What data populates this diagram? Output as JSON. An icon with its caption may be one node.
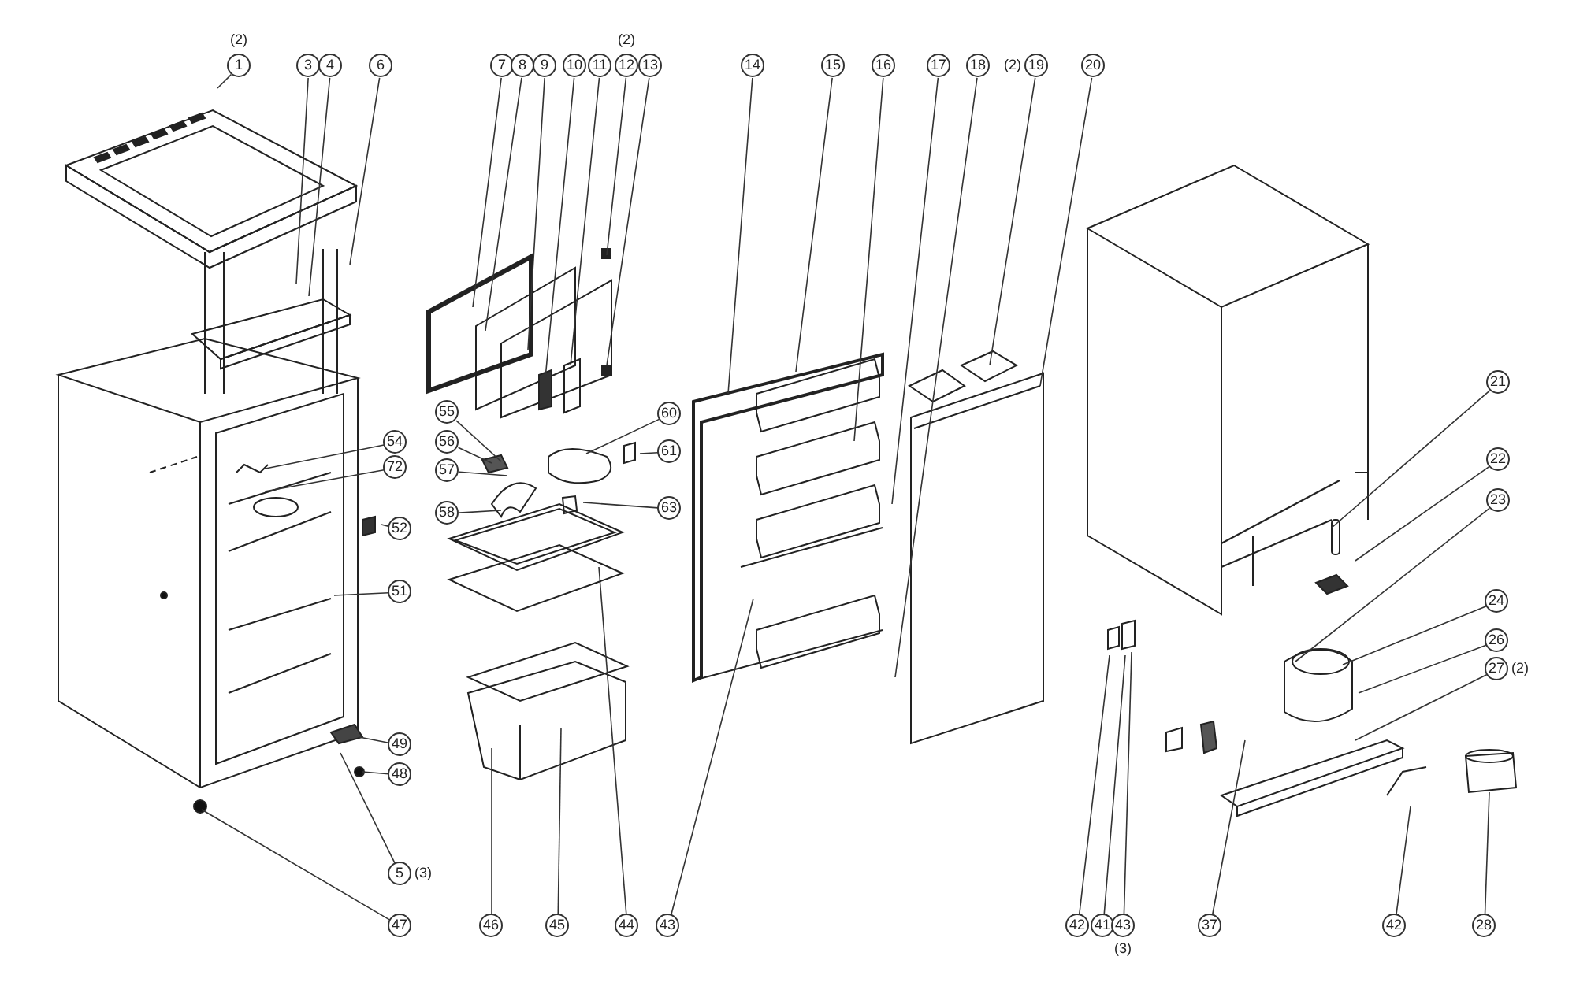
{
  "diagram": {
    "nodes": [
      {
        "text": [
          "1"
        ],
        "beside": [
          "(2)"
        ]
      },
      {
        "text": [
          "3"
        ]
      },
      {
        "text": [
          "4"
        ]
      },
      {
        "text": [
          "6"
        ]
      },
      {
        "text": [
          "7"
        ]
      },
      {
        "text": [
          "8"
        ]
      },
      {
        "text": [
          "9"
        ]
      },
      {
        "text": [
          "10"
        ]
      },
      {
        "text": [
          "11"
        ]
      },
      {
        "text": [
          "12"
        ],
        "beside": [
          "(2)"
        ]
      },
      {
        "text": [
          "13"
        ]
      },
      {
        "text": [
          "14"
        ]
      },
      {
        "text": [
          "15"
        ]
      },
      {
        "text": [
          "16"
        ]
      },
      {
        "text": [
          "17"
        ]
      },
      {
        "text": [
          "18"
        ]
      },
      {
        "text": [
          "19"
        ],
        "beside": [
          "(2)"
        ]
      },
      {
        "text": [
          "20"
        ]
      },
      {
        "text": [
          "21"
        ]
      },
      {
        "text": [
          "22"
        ]
      },
      {
        "text": [
          "23"
        ]
      },
      {
        "text": [
          "55"
        ]
      },
      {
        "text": [
          "60"
        ]
      },
      {
        "text": [
          "54"
        ]
      },
      {
        "text": [
          "56"
        ]
      },
      {
        "text": [
          "61"
        ]
      },
      {
        "text": [
          "72"
        ]
      },
      {
        "text": [
          "57"
        ]
      },
      {
        "text": [
          "63"
        ]
      },
      {
        "text": [
          "58"
        ]
      },
      {
        "text": [
          "52"
        ]
      },
      {
        "text": [
          "51"
        ]
      },
      {
        "text": [
          "24"
        ]
      },
      {
        "text": [
          "26"
        ]
      },
      {
        "text": [
          "27"
        ],
        "beside": [
          "(2)"
        ]
      },
      {
        "text": [
          "49"
        ]
      },
      {
        "text": [
          "48"
        ]
      },
      {
        "text": [
          "5"
        ],
        "beside": [
          "(3)"
        ]
      },
      {
        "text": [
          "47"
        ]
      },
      {
        "text": [
          "46"
        ]
      },
      {
        "text": [
          "45"
        ]
      },
      {
        "text": [
          "44"
        ]
      },
      {
        "text": [
          "43"
        ]
      },
      {
        "text": [
          "42"
        ]
      },
      {
        "text": [
          "41"
        ]
      },
      {
        "text": [
          "43"
        ],
        "beside": [
          "(3)"
        ]
      },
      {
        "text": [
          "37"
        ]
      },
      {
        "text": [
          "42"
        ]
      },
      {
        "text": [
          "28"
        ]
      }
    ],
    "edges": [
      {
        "from": 0,
        "to": null,
        "arrow": "none"
      },
      {
        "from": 1,
        "to": null,
        "arrow": "none"
      },
      {
        "from": 2,
        "to": null,
        "arrow": "none"
      },
      {
        "from": 3,
        "to": null,
        "arrow": "none"
      },
      {
        "from": 4,
        "to": null,
        "arrow": "none"
      },
      {
        "from": 5,
        "to": null,
        "arrow": "none"
      },
      {
        "from": 6,
        "to": null,
        "arrow": "none"
      },
      {
        "from": 7,
        "to": null,
        "arrow": "none"
      },
      {
        "from": 8,
        "to": null,
        "arrow": "none"
      },
      {
        "from": 9,
        "to": null,
        "arrow": "none"
      },
      {
        "from": 10,
        "to": null,
        "arrow": "none"
      },
      {
        "from": 11,
        "to": null,
        "arrow": "none"
      },
      {
        "from": 12,
        "to": null,
        "arrow": "none"
      },
      {
        "from": 13,
        "to": null,
        "arrow": "none"
      },
      {
        "from": 14,
        "to": null,
        "arrow": "none"
      },
      {
        "from": 15,
        "to": null,
        "arrow": "none"
      },
      {
        "from": 16,
        "to": null,
        "arrow": "none"
      },
      {
        "from": 17,
        "to": null,
        "arrow": "none"
      },
      {
        "from": 18,
        "to": null,
        "arrow": "none"
      },
      {
        "from": 19,
        "to": null,
        "arrow": "none"
      },
      {
        "from": 20,
        "to": null,
        "arrow": "none"
      },
      {
        "from": 21,
        "to": null,
        "arrow": "none"
      },
      {
        "from": 22,
        "to": null,
        "arrow": "none"
      },
      {
        "from": 23,
        "to": null,
        "arrow": "none"
      },
      {
        "from": 24,
        "to": null,
        "arrow": "none"
      },
      {
        "from": 25,
        "to": null,
        "arrow": "none"
      },
      {
        "from": 26,
        "to": null,
        "arrow": "none"
      },
      {
        "from": 27,
        "to": null,
        "arrow": "none"
      },
      {
        "from": 28,
        "to": null,
        "arrow": "none"
      },
      {
        "from": 29,
        "to": null,
        "arrow": "none"
      },
      {
        "from": 30,
        "to": null,
        "arrow": "none"
      },
      {
        "from": 31,
        "to": null,
        "arrow": "none"
      },
      {
        "from": 32,
        "to": null,
        "arrow": "none"
      },
      {
        "from": 33,
        "to": null,
        "arrow": "none"
      },
      {
        "from": 34,
        "to": null,
        "arrow": "none"
      },
      {
        "from": 35,
        "to": null,
        "arrow": "none"
      },
      {
        "from": 36,
        "to": null,
        "arrow": "none"
      },
      {
        "from": 37,
        "to": null,
        "arrow": "none"
      },
      {
        "from": 38,
        "to": null,
        "arrow": "none"
      },
      {
        "from": 39,
        "to": null,
        "arrow": "none"
      },
      {
        "from": 40,
        "to": null,
        "arrow": "none"
      },
      {
        "from": 41,
        "to": null,
        "arrow": "none"
      },
      {
        "from": 42,
        "to": null,
        "arrow": "none"
      },
      {
        "from": 43,
        "to": null,
        "arrow": "none"
      },
      {
        "from": 44,
        "to": null,
        "arrow": "none"
      },
      {
        "from": 45,
        "to": null,
        "arrow": "none"
      },
      {
        "from": 46,
        "to": null,
        "arrow": "none"
      },
      {
        "from": 47,
        "to": null,
        "arrow": "none"
      },
      {
        "from": 48,
        "to": null,
        "arrow": "none"
      }
    ]
  }
}
